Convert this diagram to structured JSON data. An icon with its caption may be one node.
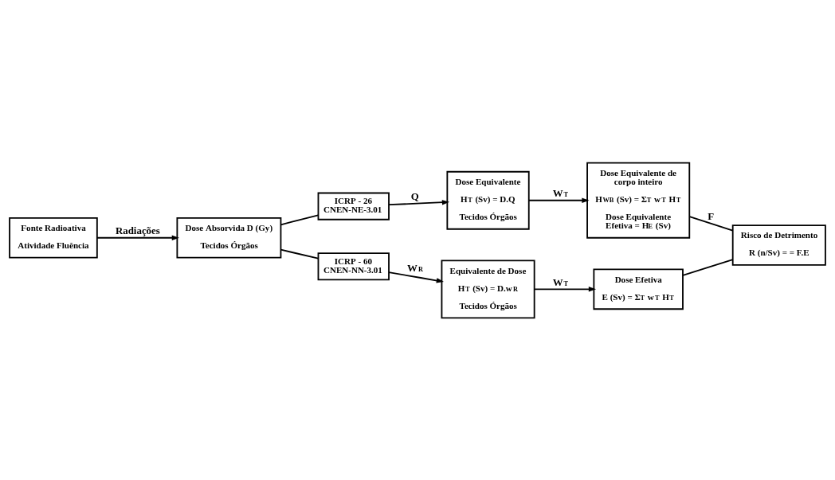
{
  "diagram": {
    "nodes": [
      {
        "text": [
          "Fonte Radioativa",
          "Atividade Fluência"
        ]
      },
      {
        "text": [
          "Dose Absorvida D (Gy)",
          "Tecidos Órgãos"
        ]
      },
      {
        "text": [
          "ICRP - 26 CNEN-NE-3.01"
        ]
      },
      {
        "text": [
          "ICRP - 60 CNEN-NN-3.01"
        ]
      },
      {
        "text": [
          "Dose Equivalente",
          "H$_{T}$ (Sv) = D.Q",
          "Tecidos Órgãos"
        ]
      },
      {
        "text": [
          "Dose Equivalente de corpo inteiro",
          "H$_{WB}$ (Sv) = Σ$_{T}$ w$_{T}$ H$_{T}$",
          "Dose Equivalente Efetiva = H$_{E}$ (Sv)"
        ]
      },
      {
        "text": [
          "Equivalente de Dose",
          "H$_{T}$ (Sv) = D.w$_{R}$",
          "Tecidos Órgãos"
        ]
      },
      {
        "text": [
          "Dose Efetiva",
          "E (Sv) = Σ$_{T}$ w$_{T}$ H$_{T}$"
        ]
      },
      {
        "text": [
          "Risco de Detrimento",
          "R (n/Sv) = = F.E"
        ]
      }
    ],
    "edges": [
      {
        "from": 0,
        "to": 1,
        "arrow": "to",
        "label": "Radiações"
      },
      {
        "from": 1,
        "to": 2,
        "arrow": "none"
      },
      {
        "from": 2,
        "to": 4,
        "arrow": "to",
        "label": "Q"
      },
      {
        "from": 1,
        "to": 3,
        "arrow": "none"
      },
      {
        "from": 3,
        "to": 6,
        "arrow": "to",
        "label": "W$_{R}$"
      },
      {
        "from": 4,
        "to": 5,
        "arrow": "to",
        "label": "W$_{T}$"
      },
      {
        "from": 6,
        "to": 7,
        "arrow": "to",
        "label": "W$_{T}$"
      },
      {
        "from": 5,
        "to": 8,
        "arrow": "none",
        "label": "F"
      },
      {
        "from": 7,
        "to": 8,
        "arrow": "none"
      }
    ]
  }
}
